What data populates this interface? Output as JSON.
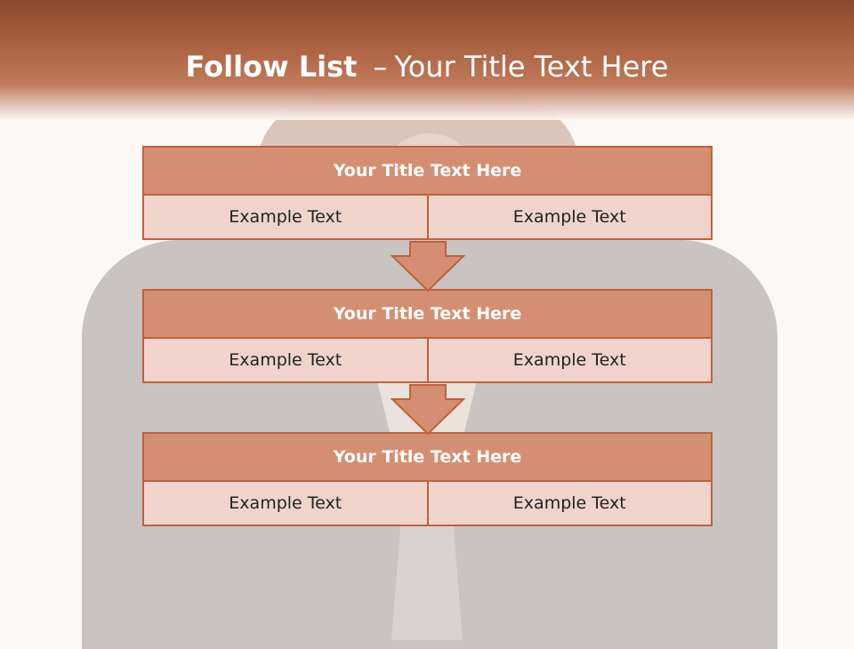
{
  "slide": {
    "title_bold": "Follow List",
    "title_separator": "–",
    "title_rest": "Your Title Text Here"
  },
  "steps": [
    {
      "title": "Your Title Text Here",
      "left": "Example Text",
      "right": "Example Text"
    },
    {
      "title": "Your Title Text Here",
      "left": "Example Text",
      "right": "Example Text"
    },
    {
      "title": "Your Title Text Here",
      "left": "Example Text",
      "right": "Example Text"
    }
  ],
  "colors": {
    "banner": "#a9603f",
    "header_fill": "#d48f72",
    "border": "#c0613c",
    "cell_fill": "#f0d4cc",
    "arrow_fill": "#d48f72"
  },
  "icons": {
    "connector": "down-arrow-icon"
  }
}
